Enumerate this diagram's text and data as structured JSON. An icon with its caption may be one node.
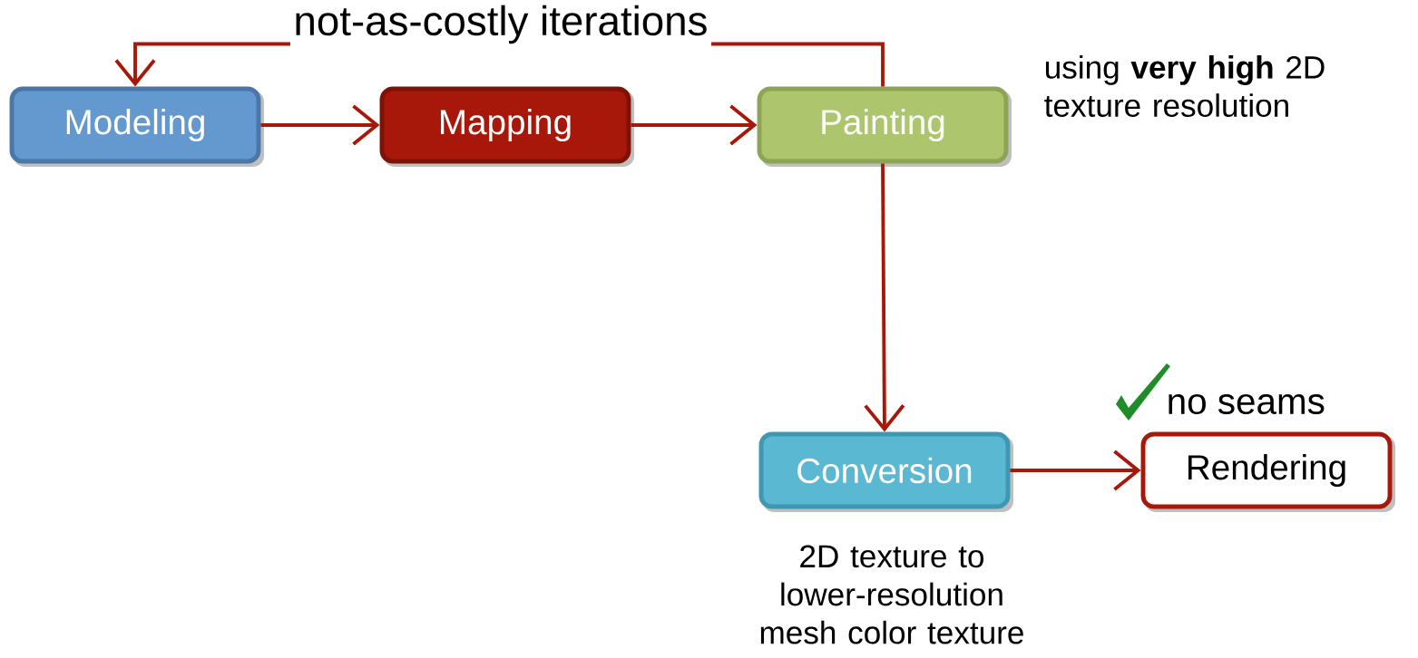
{
  "diagram": {
    "nodes": [
      {
        "text": [
          "Modeling"
        ]
      },
      {
        "text": [
          "Mapping"
        ]
      },
      {
        "text": [
          "Painting"
        ],
        "beside": [
          "using **very high** 2D texture resolution"
        ]
      },
      {
        "text": [
          "Conversion"
        ],
        "beside": [
          "2D texture to lower-resolution mesh color texture"
        ]
      },
      {
        "text": [
          "Rendering"
        ],
        "beside": [
          "no seams"
        ]
      }
    ],
    "edges": [
      {
        "from": 0,
        "to": 1,
        "arrow": "to"
      },
      {
        "from": 1,
        "to": 2,
        "arrow": "to"
      },
      {
        "from": 2,
        "to": 3,
        "arrow": "to"
      },
      {
        "from": 3,
        "to": 4,
        "arrow": "to"
      },
      {
        "from": 2,
        "to": 0,
        "arrow": "to",
        "label": "not-as-costly iterations"
      }
    ]
  }
}
